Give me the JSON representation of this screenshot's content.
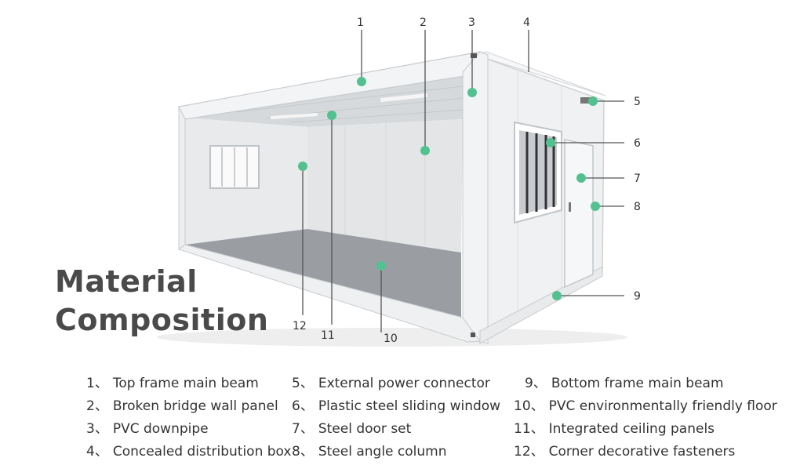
{
  "title": {
    "line1": "Material",
    "line2": "Composition"
  },
  "callout_numbers": [
    "1",
    "2",
    "3",
    "4",
    "5",
    "6",
    "7",
    "8",
    "9",
    "10",
    "11",
    "12"
  ],
  "legend": [
    {
      "num": "1、",
      "label": "Top frame main beam"
    },
    {
      "num": "2、",
      "label": "Broken bridge wall panel"
    },
    {
      "num": "3、",
      "label": "PVC downpipe"
    },
    {
      "num": "4、",
      "label": "Concealed distribution box"
    },
    {
      "num": "5、",
      "label": "External power connector"
    },
    {
      "num": "6、",
      "label": "Plastic steel sliding window"
    },
    {
      "num": "7、",
      "label": "Steel door set"
    },
    {
      "num": "8、",
      "label": "Steel angle column"
    },
    {
      "num": "9、",
      "label": "Bottom frame main beam"
    },
    {
      "num": "10、",
      "label": "PVC environmentally friendly floor"
    },
    {
      "num": "11、",
      "label": "Integrated ceiling panels"
    },
    {
      "num": "12、",
      "label": "Corner decorative fasteners"
    }
  ],
  "colors": {
    "marker": "#52c18f",
    "line": "#555555",
    "frame": "#f3f4f5",
    "floor": "#9a9ea3",
    "wall": "#e4e6e8",
    "title": "#4a4a4a"
  }
}
